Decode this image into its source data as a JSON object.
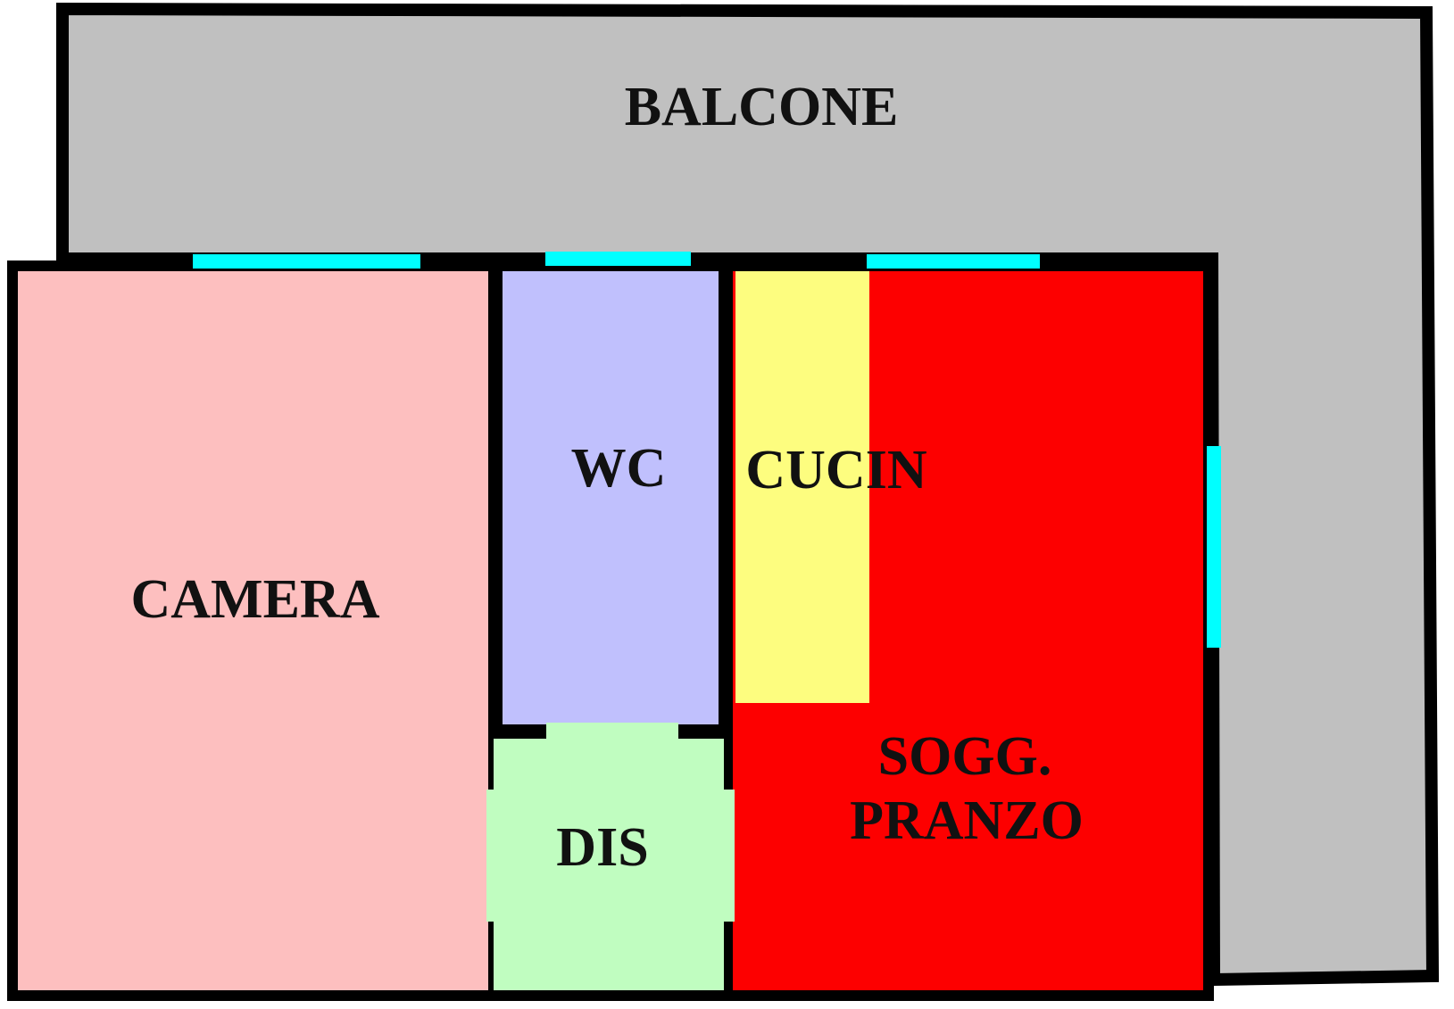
{
  "floorplan": {
    "rooms": {
      "balcone": {
        "label": "BALCONE",
        "color": "#c0c0c0"
      },
      "camera": {
        "label": "CAMERA",
        "color": "#fdbfbf"
      },
      "wc": {
        "label": "WC",
        "color": "#c0c0fd"
      },
      "cucina": {
        "label": "CUCIN",
        "color": "#fdfd7f"
      },
      "soggiorno": {
        "label_line1": "SOGG.",
        "label_line2": "PRANZO",
        "color": "#fd0000"
      },
      "dis": {
        "label": "DIS",
        "color": "#c0fdc0"
      }
    },
    "wall_color": "#000000",
    "window_color": "#00ffff"
  }
}
